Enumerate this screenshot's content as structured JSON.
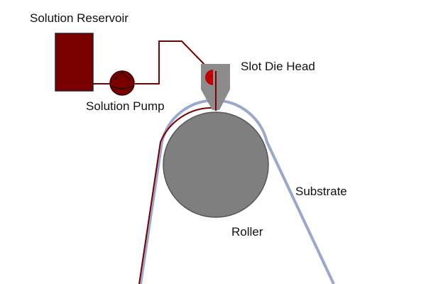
{
  "labels": {
    "reservoir": "Solution Reservoir",
    "pump": "Solution Pump",
    "die": "Slot Die Head",
    "substrate": "Substrate",
    "roller": "Roller"
  },
  "colors": {
    "solution": "#7a0000",
    "solution_stroke": "#3a0000",
    "roller": "#7f7f7f",
    "roller_stroke": "#555555",
    "die": "#8c8c8c",
    "substrate": "#9aa8cc",
    "text": "#111111"
  }
}
